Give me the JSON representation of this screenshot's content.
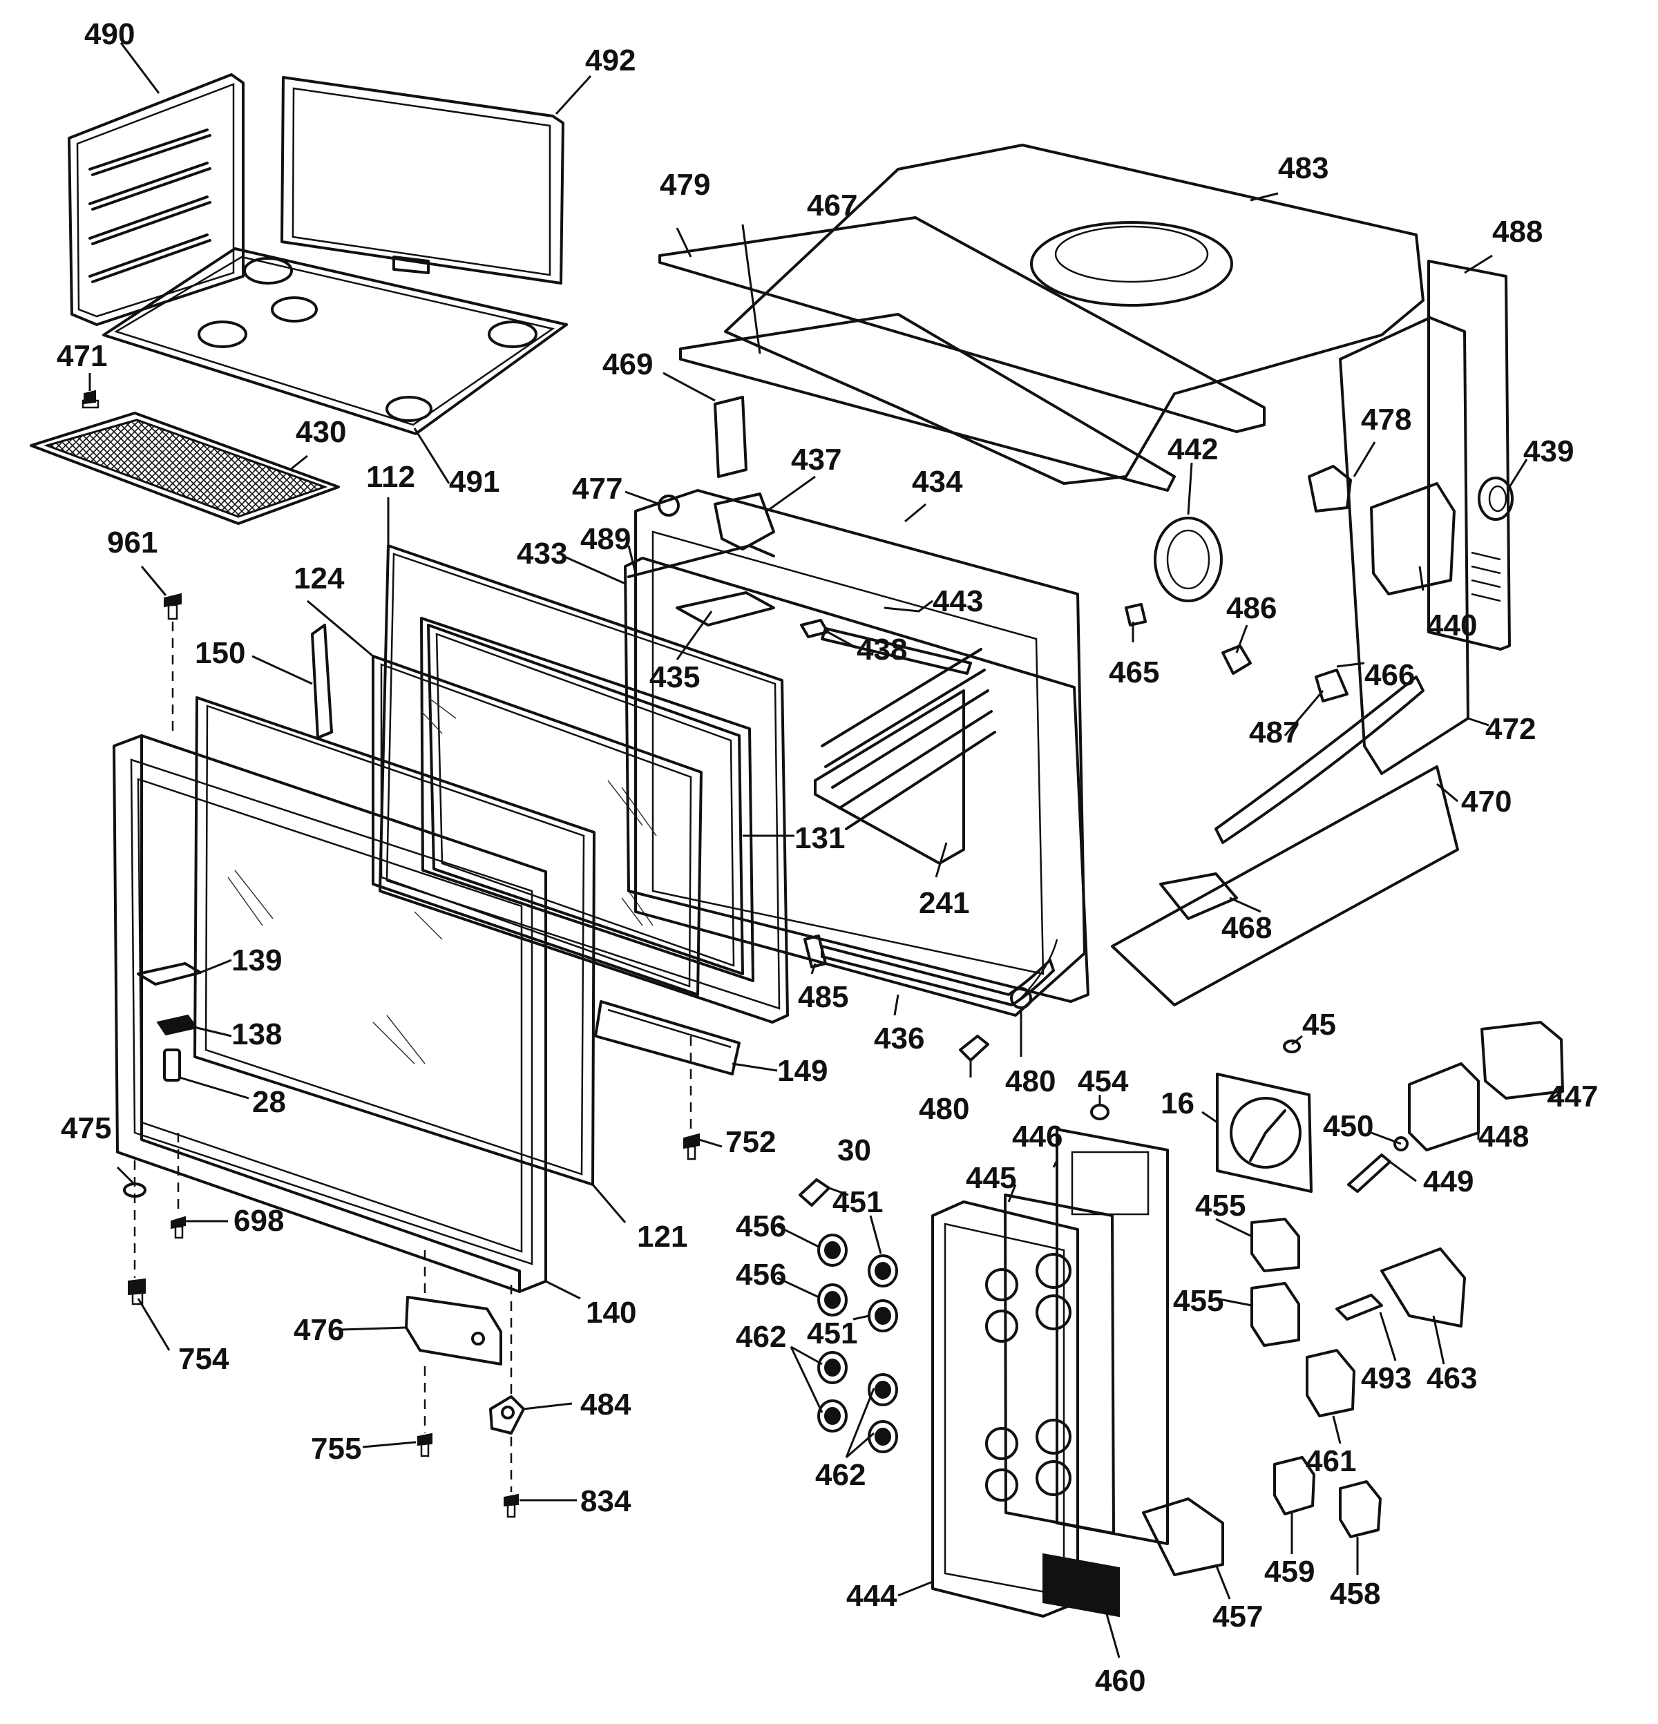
{
  "callouts": [
    {
      "id": "c490",
      "label": "490"
    },
    {
      "id": "c492",
      "label": "492"
    },
    {
      "id": "c471",
      "label": "471"
    },
    {
      "id": "c430",
      "label": "430"
    },
    {
      "id": "c491",
      "label": "491"
    },
    {
      "id": "c112",
      "label": "112"
    },
    {
      "id": "c961",
      "label": "961"
    },
    {
      "id": "c124",
      "label": "124"
    },
    {
      "id": "c150",
      "label": "150"
    },
    {
      "id": "c479",
      "label": "479"
    },
    {
      "id": "c467",
      "label": "467"
    },
    {
      "id": "c483",
      "label": "483"
    },
    {
      "id": "c488",
      "label": "488"
    },
    {
      "id": "c469",
      "label": "469"
    },
    {
      "id": "c477",
      "label": "477"
    },
    {
      "id": "c437",
      "label": "437"
    },
    {
      "id": "c434",
      "label": "434"
    },
    {
      "id": "c433",
      "label": "433"
    },
    {
      "id": "c489",
      "label": "489"
    },
    {
      "id": "c442",
      "label": "442"
    },
    {
      "id": "c478",
      "label": "478"
    },
    {
      "id": "c439",
      "label": "439"
    },
    {
      "id": "c443",
      "label": "443"
    },
    {
      "id": "c438",
      "label": "438"
    },
    {
      "id": "c435",
      "label": "435"
    },
    {
      "id": "c486",
      "label": "486"
    },
    {
      "id": "c465",
      "label": "465"
    },
    {
      "id": "c440",
      "label": "440"
    },
    {
      "id": "c466",
      "label": "466"
    },
    {
      "id": "c487",
      "label": "487"
    },
    {
      "id": "c472",
      "label": "472"
    },
    {
      "id": "c470",
      "label": "470"
    },
    {
      "id": "c131",
      "label": "131"
    },
    {
      "id": "c241",
      "label": "241"
    },
    {
      "id": "c468",
      "label": "468"
    },
    {
      "id": "c139",
      "label": "139"
    },
    {
      "id": "c138",
      "label": "138"
    },
    {
      "id": "c485",
      "label": "485"
    },
    {
      "id": "c436",
      "label": "436"
    },
    {
      "id": "c45",
      "label": "45"
    },
    {
      "id": "c149",
      "label": "149"
    },
    {
      "id": "c28",
      "label": "28"
    },
    {
      "id": "c480a",
      "label": "480"
    },
    {
      "id": "c480b",
      "label": "480"
    },
    {
      "id": "c454",
      "label": "454"
    },
    {
      "id": "c447",
      "label": "447"
    },
    {
      "id": "c16",
      "label": "16"
    },
    {
      "id": "c475",
      "label": "475"
    },
    {
      "id": "c752",
      "label": "752"
    },
    {
      "id": "c446",
      "label": "446"
    },
    {
      "id": "c450",
      "label": "450"
    },
    {
      "id": "c448",
      "label": "448"
    },
    {
      "id": "c698",
      "label": "698"
    },
    {
      "id": "c30",
      "label": "30"
    },
    {
      "id": "c445",
      "label": "445"
    },
    {
      "id": "c449",
      "label": "449"
    },
    {
      "id": "c451a",
      "label": "451"
    },
    {
      "id": "c456a",
      "label": "456"
    },
    {
      "id": "c121",
      "label": "121"
    },
    {
      "id": "c455a",
      "label": "455"
    },
    {
      "id": "c456b",
      "label": "456"
    },
    {
      "id": "c140",
      "label": "140"
    },
    {
      "id": "c455b",
      "label": "455"
    },
    {
      "id": "c476",
      "label": "476"
    },
    {
      "id": "c451b",
      "label": "451"
    },
    {
      "id": "c462a",
      "label": "462"
    },
    {
      "id": "c754",
      "label": "754"
    },
    {
      "id": "c493",
      "label": "493"
    },
    {
      "id": "c463",
      "label": "463"
    },
    {
      "id": "c484",
      "label": "484"
    },
    {
      "id": "c461",
      "label": "461"
    },
    {
      "id": "c755",
      "label": "755"
    },
    {
      "id": "c462b",
      "label": "462"
    },
    {
      "id": "c834",
      "label": "834"
    },
    {
      "id": "c459",
      "label": "459"
    },
    {
      "id": "c458",
      "label": "458"
    },
    {
      "id": "c444",
      "label": "444"
    },
    {
      "id": "c457",
      "label": "457"
    },
    {
      "id": "c460",
      "label": "460"
    }
  ]
}
